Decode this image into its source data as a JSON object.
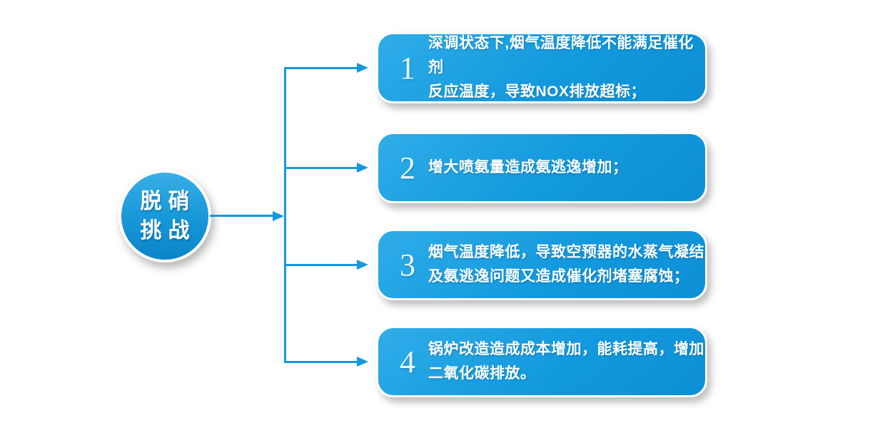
{
  "diagram": {
    "root": {
      "label": "脱硝\n挑战"
    },
    "items": [
      {
        "num": "1",
        "text": "深调状态下,烟气温度降低不能满足催化剂\n反应温度，导致NOX排放超标；"
      },
      {
        "num": "2",
        "text": "增大喷氨量造成氨逃逸增加；"
      },
      {
        "num": "3",
        "text": "烟气温度降低，导致空预器的水蒸气凝结\n及氨逃逸问题又造成催化剂堵塞腐蚀；"
      },
      {
        "num": "4",
        "text": "锅炉改造造成成本增加，能耗提高，增加\n二氧化碳排放。"
      }
    ],
    "colors": {
      "accent_line": "#1598df",
      "box_gradient_top": "#2fade8",
      "box_gradient_bottom": "#0d8fd5",
      "circle_gradient_top": "#3aaee6",
      "circle_gradient_bottom": "#0a84c8",
      "text": "#ffffff"
    }
  }
}
